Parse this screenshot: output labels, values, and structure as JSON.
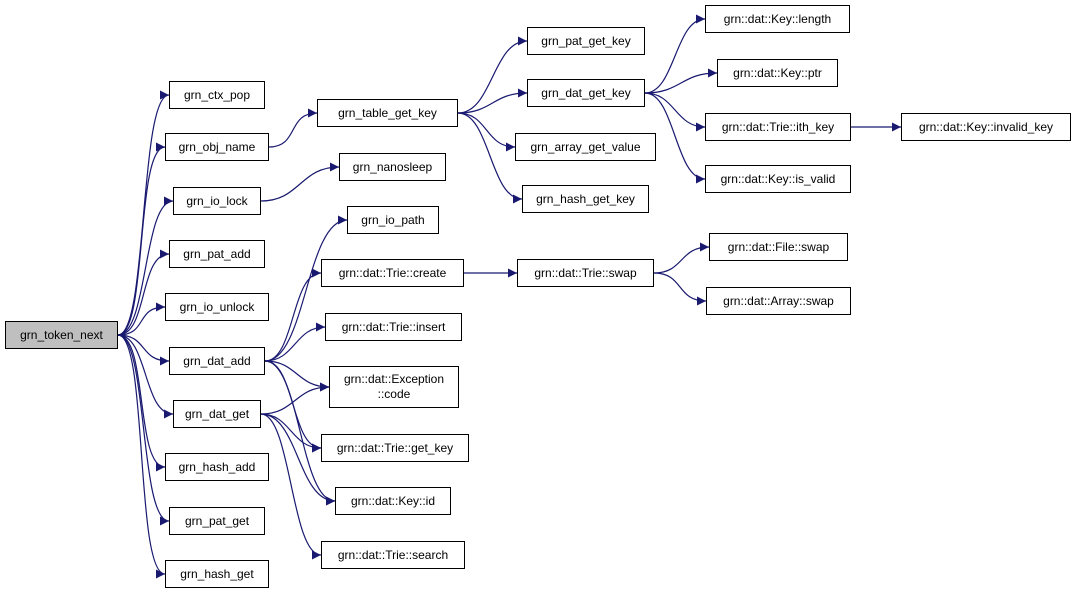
{
  "diagram": {
    "type": "call-graph",
    "colors": {
      "edge": "#191970",
      "node_border": "#000000",
      "node_fill": "#ffffff",
      "root_fill": "#bfbfbf"
    },
    "nodes": {
      "grn_token_next": {
        "label": "grn_token_next"
      },
      "grn_ctx_pop": {
        "label": "grn_ctx_pop"
      },
      "grn_obj_name": {
        "label": "grn_obj_name"
      },
      "grn_io_lock": {
        "label": "grn_io_lock"
      },
      "grn_pat_add": {
        "label": "grn_pat_add"
      },
      "grn_io_unlock": {
        "label": "grn_io_unlock"
      },
      "grn_dat_add": {
        "label": "grn_dat_add"
      },
      "grn_dat_get": {
        "label": "grn_dat_get"
      },
      "grn_hash_add": {
        "label": "grn_hash_add"
      },
      "grn_pat_get": {
        "label": "grn_pat_get"
      },
      "grn_hash_get": {
        "label": "grn_hash_get"
      },
      "grn_table_get_key": {
        "label": "grn_table_get_key"
      },
      "grn_nanosleep": {
        "label": "grn_nanosleep"
      },
      "grn_io_path": {
        "label": "grn_io_path"
      },
      "trie_create": {
        "label": "grn::dat::Trie::create"
      },
      "trie_insert": {
        "label": "grn::dat::Trie::insert"
      },
      "exception_code": {
        "label": "grn::dat::Exception",
        "label2": "::code"
      },
      "trie_get_key": {
        "label": "grn::dat::Trie::get_key"
      },
      "key_id": {
        "label": "grn::dat::Key::id"
      },
      "trie_search": {
        "label": "grn::dat::Trie::search"
      },
      "grn_pat_get_key": {
        "label": "grn_pat_get_key"
      },
      "grn_dat_get_key": {
        "label": "grn_dat_get_key"
      },
      "grn_array_get_value": {
        "label": "grn_array_get_value"
      },
      "grn_hash_get_key": {
        "label": "grn_hash_get_key"
      },
      "trie_swap": {
        "label": "grn::dat::Trie::swap"
      },
      "key_length": {
        "label": "grn::dat::Key::length"
      },
      "key_ptr": {
        "label": "grn::dat::Key::ptr"
      },
      "trie_ith_key": {
        "label": "grn::dat::Trie::ith_key"
      },
      "key_is_valid": {
        "label": "grn::dat::Key::is_valid"
      },
      "file_swap": {
        "label": "grn::dat::File::swap"
      },
      "array_swap": {
        "label": "grn::dat::Array::swap"
      },
      "key_invalid_key": {
        "label": "grn::dat::Key::invalid_key"
      }
    },
    "edges": [
      [
        "grn_token_next",
        "grn_ctx_pop"
      ],
      [
        "grn_token_next",
        "grn_obj_name"
      ],
      [
        "grn_token_next",
        "grn_io_lock"
      ],
      [
        "grn_token_next",
        "grn_pat_add"
      ],
      [
        "grn_token_next",
        "grn_io_unlock"
      ],
      [
        "grn_token_next",
        "grn_dat_add"
      ],
      [
        "grn_token_next",
        "grn_dat_get"
      ],
      [
        "grn_token_next",
        "grn_hash_add"
      ],
      [
        "grn_token_next",
        "grn_pat_get"
      ],
      [
        "grn_token_next",
        "grn_hash_get"
      ],
      [
        "grn_obj_name",
        "grn_table_get_key"
      ],
      [
        "grn_io_lock",
        "grn_nanosleep"
      ],
      [
        "grn_dat_add",
        "grn_io_path"
      ],
      [
        "grn_dat_add",
        "trie_create"
      ],
      [
        "grn_dat_add",
        "trie_insert"
      ],
      [
        "grn_dat_add",
        "exception_code"
      ],
      [
        "grn_dat_add",
        "trie_get_key"
      ],
      [
        "grn_dat_add",
        "key_id"
      ],
      [
        "grn_dat_get",
        "exception_code"
      ],
      [
        "grn_dat_get",
        "trie_get_key"
      ],
      [
        "grn_dat_get",
        "key_id"
      ],
      [
        "grn_dat_get",
        "trie_search"
      ],
      [
        "grn_table_get_key",
        "grn_pat_get_key"
      ],
      [
        "grn_table_get_key",
        "grn_dat_get_key"
      ],
      [
        "grn_table_get_key",
        "grn_array_get_value"
      ],
      [
        "grn_table_get_key",
        "grn_hash_get_key"
      ],
      [
        "grn_dat_get_key",
        "key_length"
      ],
      [
        "grn_dat_get_key",
        "key_ptr"
      ],
      [
        "grn_dat_get_key",
        "trie_ith_key"
      ],
      [
        "grn_dat_get_key",
        "key_is_valid"
      ],
      [
        "trie_ith_key",
        "key_invalid_key"
      ],
      [
        "trie_create",
        "trie_swap"
      ],
      [
        "trie_swap",
        "file_swap"
      ],
      [
        "trie_swap",
        "array_swap"
      ]
    ]
  }
}
